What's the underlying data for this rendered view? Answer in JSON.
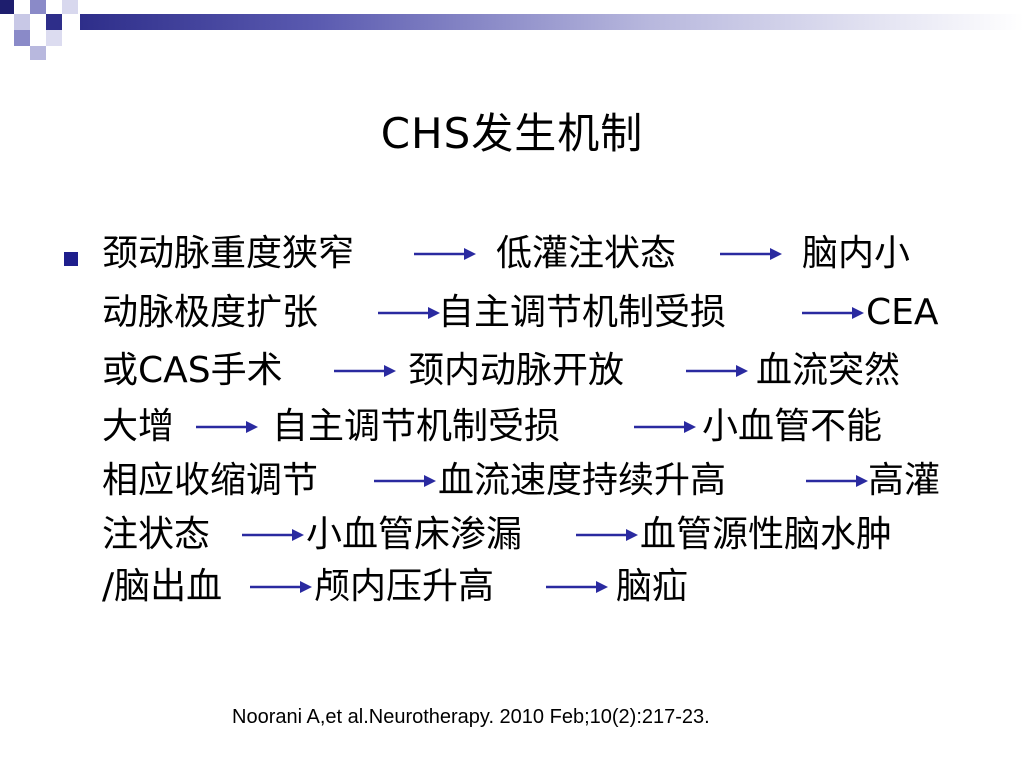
{
  "slide": {
    "title": "CHS发生机制",
    "citation": "Noorani A,et al.Neurotherapy. 2010 Feb;10(2):217-23.",
    "colors": {
      "bullet": "#1e1e8c",
      "arrow": "#2a2aa0",
      "band": "#2e2e8a"
    }
  },
  "body": {
    "lines": [
      [
        "颈动脉重度狭窄",
        "低灌注状态",
        "脑内小"
      ],
      [
        "动脉极度扩张",
        "自主调节机制受损",
        "CEA"
      ],
      [
        "或CAS手术",
        "颈内动脉开放",
        "血流突然"
      ],
      [
        "大增",
        "自主调节机制受损",
        "小血管不能"
      ],
      [
        "相应收缩调节",
        "血流速度持续升高",
        "高灌"
      ],
      [
        "注状态",
        "小血管床渗漏",
        "血管源性脑水肿"
      ],
      [
        "/脑出血",
        "颅内压升高",
        "脑疝"
      ]
    ]
  }
}
